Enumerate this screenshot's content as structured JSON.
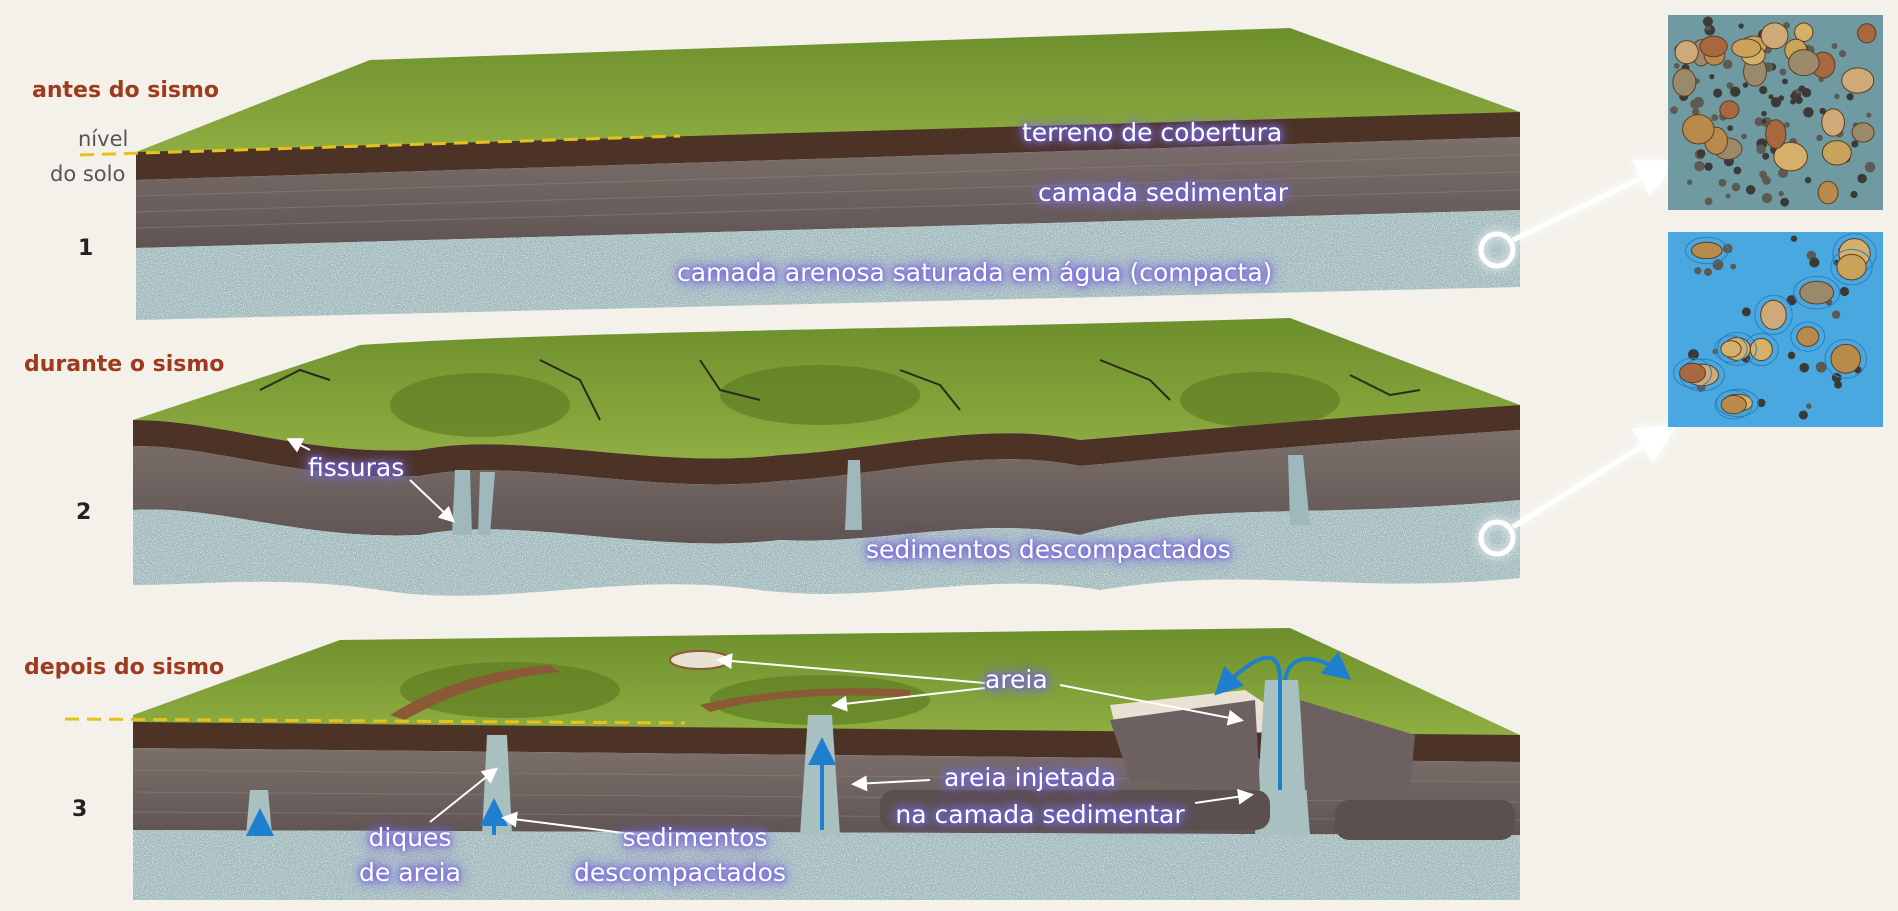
{
  "stages": {
    "before": "antes do sismo",
    "during": "durante o sismo",
    "after": "depois do sismo"
  },
  "ground_level": {
    "line1": "nível",
    "line2": "do solo"
  },
  "numbers": [
    "1",
    "2",
    "3"
  ],
  "layers": {
    "cover": "terreno de cobertura",
    "sediment": "camada sedimentar",
    "saturated": "camada arenosa saturada em água (compacta)",
    "decompacted": "sedimentos descompactados"
  },
  "labels": {
    "fissures": "fissuras",
    "sand": "areia",
    "injected_line1": "areia injetada",
    "injected_line2": "na camada sedimentar",
    "dikes_line1": "diques",
    "dikes_line2": "de areia",
    "sed_line1": "sedimentos",
    "sed_line2": "descompactados"
  },
  "colors": {
    "grass": "#84a23c",
    "cover_soil": "#4c3326",
    "sediment": "#6f6462",
    "saturated_sand": "#9fb8bb",
    "water": "#5aa9d6",
    "stage_text": "#9e3a1d",
    "ground_line": "#e8c21c",
    "glow": "#6c5fd6"
  }
}
